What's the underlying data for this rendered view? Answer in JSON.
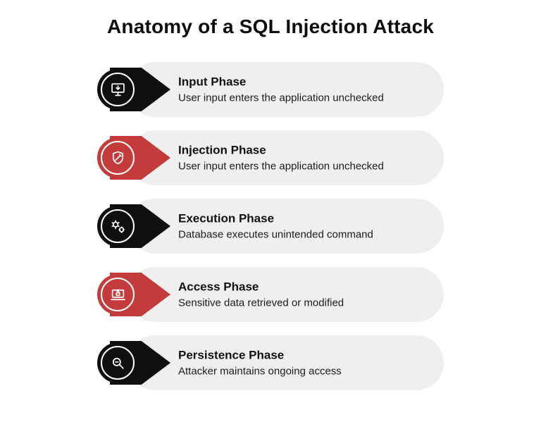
{
  "title": "Anatomy of a SQL Injection Attack",
  "colors": {
    "black": "#0f0f0f",
    "red": "#c43b3c",
    "pill": "#efefef"
  },
  "rows": [
    {
      "phase": "Input Phase",
      "description": "User input enters the application unchecked",
      "color": "black",
      "icon": "computer-input-icon"
    },
    {
      "phase": "Injection Phase",
      "description": "User input enters the application unchecked",
      "color": "red",
      "icon": "shield-syringe-icon"
    },
    {
      "phase": "Execution Phase",
      "description": "Database executes unintended command",
      "color": "black",
      "icon": "gears-icon"
    },
    {
      "phase": "Access Phase",
      "description": "Sensitive data retrieved or modified",
      "color": "red",
      "icon": "laptop-lock-icon"
    },
    {
      "phase": "Persistence Phase",
      "description": "Attacker maintains ongoing access",
      "color": "black",
      "icon": "magnifier-icon"
    }
  ]
}
